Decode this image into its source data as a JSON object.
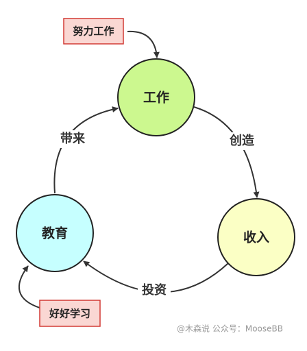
{
  "nodes": {
    "work": {
      "label": "工作",
      "fill": "#ccf88f"
    },
    "income": {
      "label": "收入",
      "fill": "#fbffc5"
    },
    "education": {
      "label": "教育",
      "fill": "#c6ffff"
    }
  },
  "edges": {
    "create": {
      "label": "创造"
    },
    "invest": {
      "label": "投资"
    },
    "bring": {
      "label": "带来"
    }
  },
  "notes": {
    "work_hard": {
      "label": "努力工作",
      "fill": "#fad7d3",
      "border": "#d23a35"
    },
    "study_well": {
      "label": "好好学习",
      "fill": "#fad7d3",
      "border": "#d23a35"
    }
  },
  "watermark": "@木森说 公众号：MooseBB",
  "colors": {
    "stroke": "#222222",
    "arrow": "#333333"
  }
}
